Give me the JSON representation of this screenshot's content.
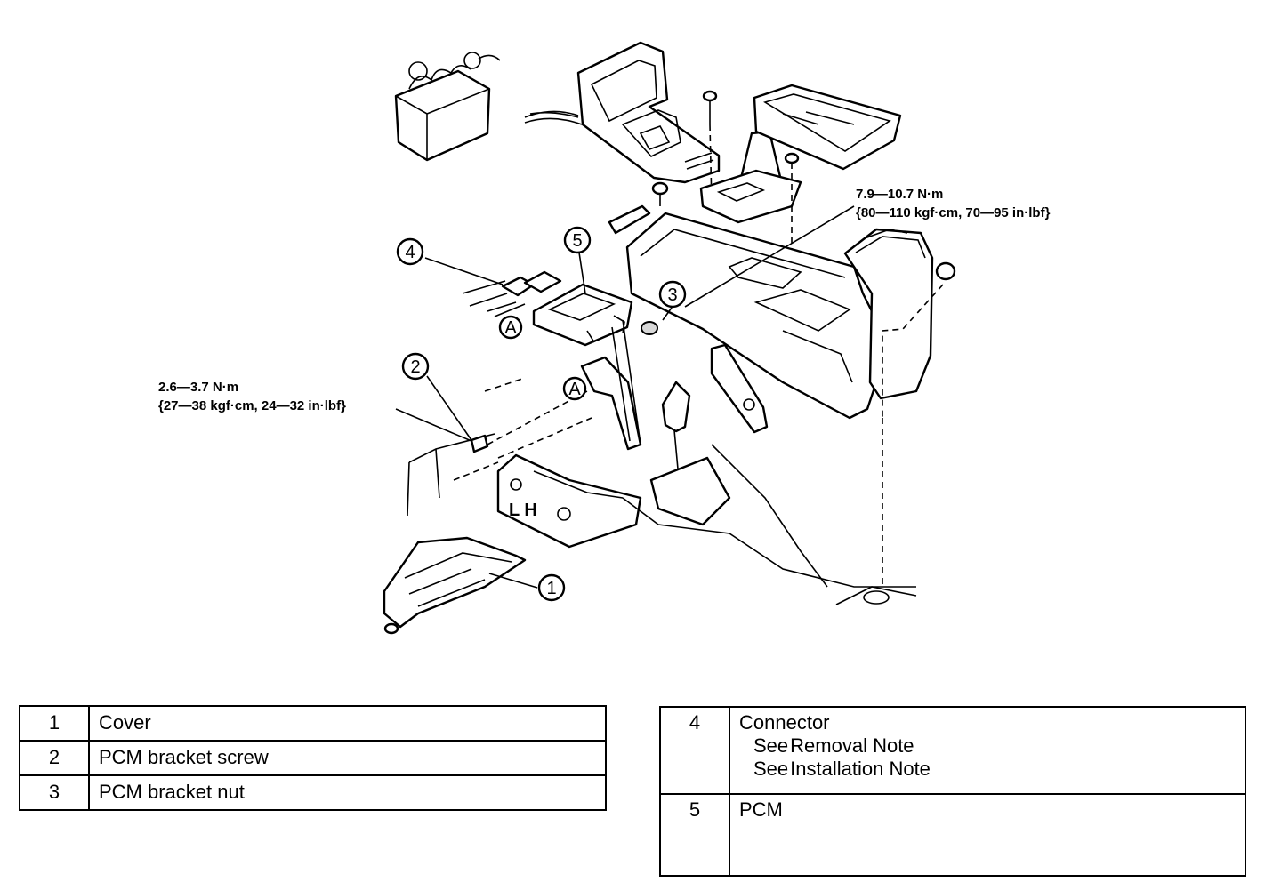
{
  "diagram": {
    "callouts": [
      {
        "id": "1",
        "label": "1"
      },
      {
        "id": "2",
        "label": "2"
      },
      {
        "id": "3",
        "label": "3"
      },
      {
        "id": "4",
        "label": "4"
      },
      {
        "id": "5",
        "label": "5"
      },
      {
        "id": "A1",
        "label": "A"
      },
      {
        "id": "A2",
        "label": "A"
      }
    ],
    "torque_top": {
      "line1": "7.9—10.7 N·m",
      "line2": "{80—110 kgf·cm,  70—95 in·lbf}"
    },
    "torque_left": {
      "line1": "2.6—3.7 N·m",
      "line2": "{27—38 kgf·cm,  24—32 in·lbf}"
    },
    "armrest_marking": "L H"
  },
  "legend_left": [
    {
      "num": "1",
      "desc": "Cover"
    },
    {
      "num": "2",
      "desc": "PCM bracket screw"
    },
    {
      "num": "3",
      "desc": "PCM bracket nut"
    }
  ],
  "legend_right": [
    {
      "num": "4",
      "desc": "Connector",
      "notes": [
        {
          "see": "See",
          "link": "Removal Note"
        },
        {
          "see": "See",
          "link": "Installation Note"
        }
      ]
    },
    {
      "num": "5",
      "desc": "PCM",
      "notes": []
    }
  ]
}
